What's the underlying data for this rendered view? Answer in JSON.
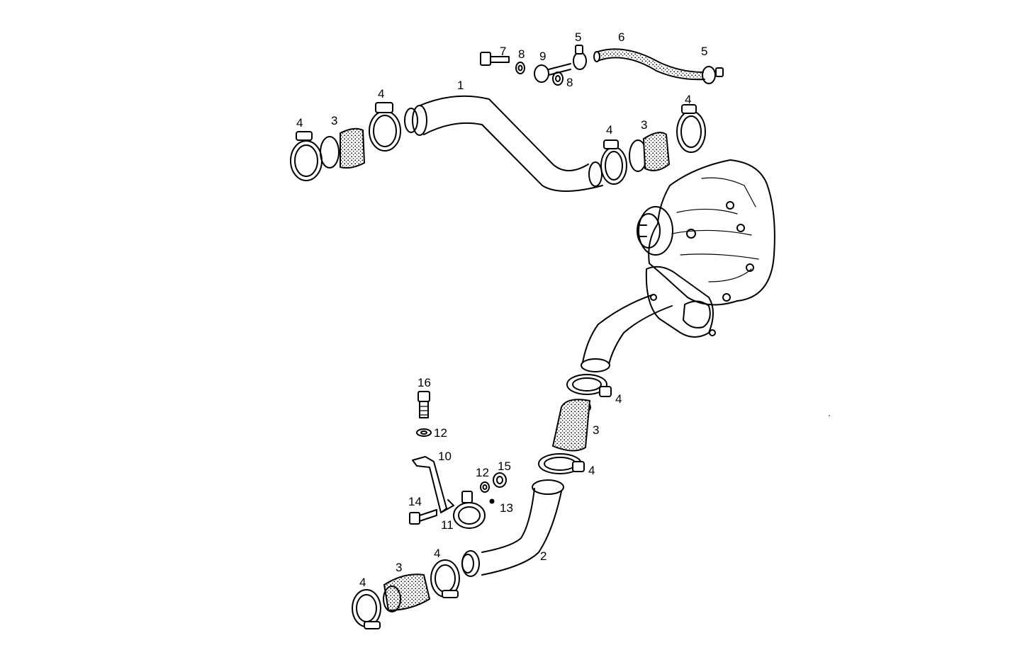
{
  "diagram": {
    "callouts": [
      {
        "id": "c1",
        "text": "1"
      },
      {
        "id": "c2",
        "text": "2"
      },
      {
        "id": "c3a",
        "text": "3"
      },
      {
        "id": "c3b",
        "text": "3"
      },
      {
        "id": "c3c",
        "text": "3"
      },
      {
        "id": "c3d",
        "text": "3"
      },
      {
        "id": "c4a",
        "text": "4"
      },
      {
        "id": "c4b",
        "text": "4"
      },
      {
        "id": "c4c",
        "text": "4"
      },
      {
        "id": "c4d",
        "text": "4"
      },
      {
        "id": "c4e",
        "text": "4"
      },
      {
        "id": "c4f",
        "text": "4"
      },
      {
        "id": "c4g",
        "text": "4"
      },
      {
        "id": "c4h",
        "text": "4"
      },
      {
        "id": "c5a",
        "text": "5"
      },
      {
        "id": "c5b",
        "text": "5"
      },
      {
        "id": "c6",
        "text": "6"
      },
      {
        "id": "c7",
        "text": "7"
      },
      {
        "id": "c8a",
        "text": "8"
      },
      {
        "id": "c8b",
        "text": "8"
      },
      {
        "id": "c9",
        "text": "9"
      },
      {
        "id": "c10",
        "text": "10"
      },
      {
        "id": "c11",
        "text": "11"
      },
      {
        "id": "c12a",
        "text": "12"
      },
      {
        "id": "c12b",
        "text": "12"
      },
      {
        "id": "c13",
        "text": "13"
      },
      {
        "id": "c14",
        "text": "14"
      },
      {
        "id": "c15",
        "text": "15"
      },
      {
        "id": "c16",
        "text": "16"
      }
    ]
  }
}
